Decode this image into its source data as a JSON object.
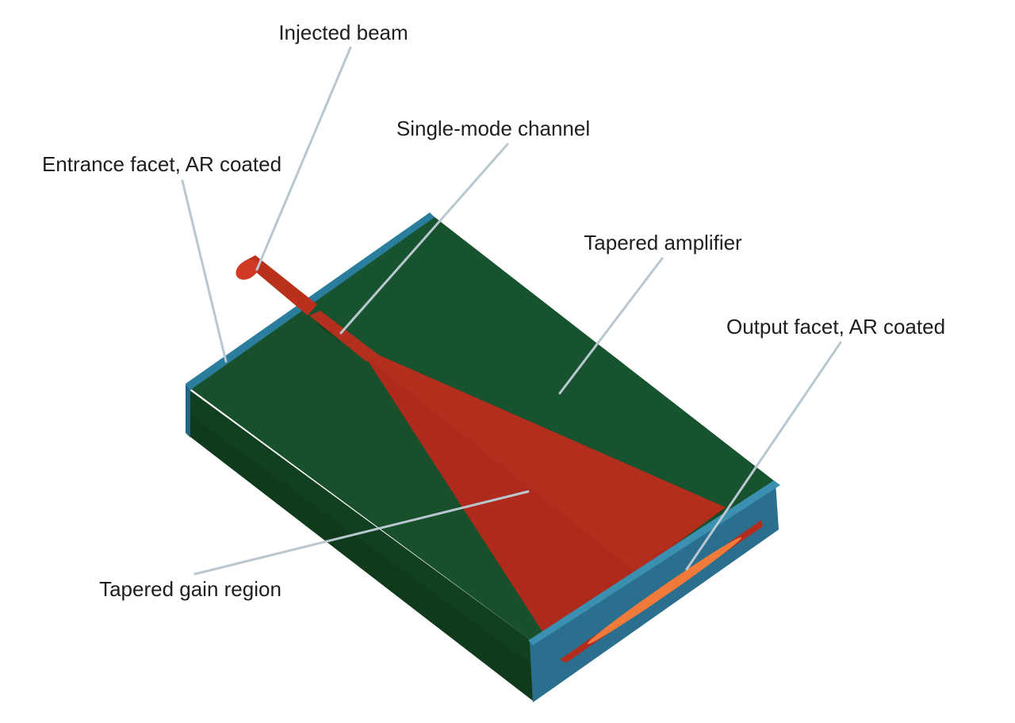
{
  "labels": {
    "injected_beam": "Injected beam",
    "single_mode_channel": "Single-mode channel",
    "entrance_facet": "Entrance facet, AR coated",
    "tapered_amplifier": "Tapered amplifier",
    "output_facet": "Output facet, AR coated",
    "tapered_gain_region": "Tapered gain region"
  },
  "colors": {
    "substrate_top": "#17502a",
    "substrate_side": "#113f20",
    "substrate_front": "#0e3a1c",
    "facet_coating": "#2a7d9c",
    "gain_region": "#ad2a1c",
    "injected_beam": "#c23420",
    "output_emission": "#f07a3a",
    "leader_lines": "#b9c7d0"
  }
}
